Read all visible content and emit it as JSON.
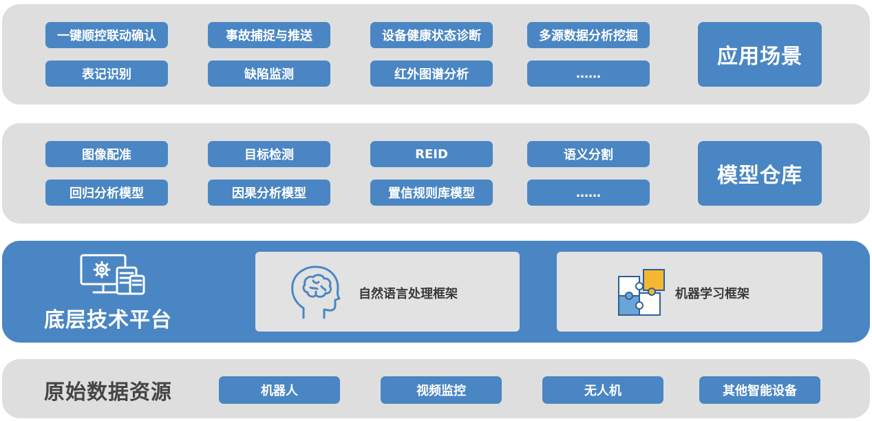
{
  "application": {
    "title": "应用场景",
    "items": [
      "一键顺控联动确认",
      "事故捕捉与推送",
      "设备健康状态诊断",
      "多源数据分析挖掘",
      "表记识别",
      "缺陷监测",
      "红外图谱分析",
      "……"
    ]
  },
  "models": {
    "title": "模型仓库",
    "items": [
      "图像配准",
      "目标检测",
      "REID",
      "语义分割",
      "回归分析模型",
      "因果分析模型",
      "置信规则库模型",
      "……"
    ]
  },
  "platform": {
    "title": "底层技术平台",
    "nlp_label": "自然语言处理框架",
    "ml_label": "机器学习框架",
    "platform_icon": "computer-devices-icon",
    "nlp_icon": "head-brain-icon",
    "ml_icon": "puzzle-icon"
  },
  "raw": {
    "title": "原始数据资源",
    "items": [
      "机器人",
      "视频监控",
      "无人机",
      "其他智能设备"
    ]
  },
  "colors": {
    "accent": "#4a86c3",
    "band": "#dedede",
    "panel": "#e2e2e2",
    "puzzle_yellow": "#f5b731"
  }
}
